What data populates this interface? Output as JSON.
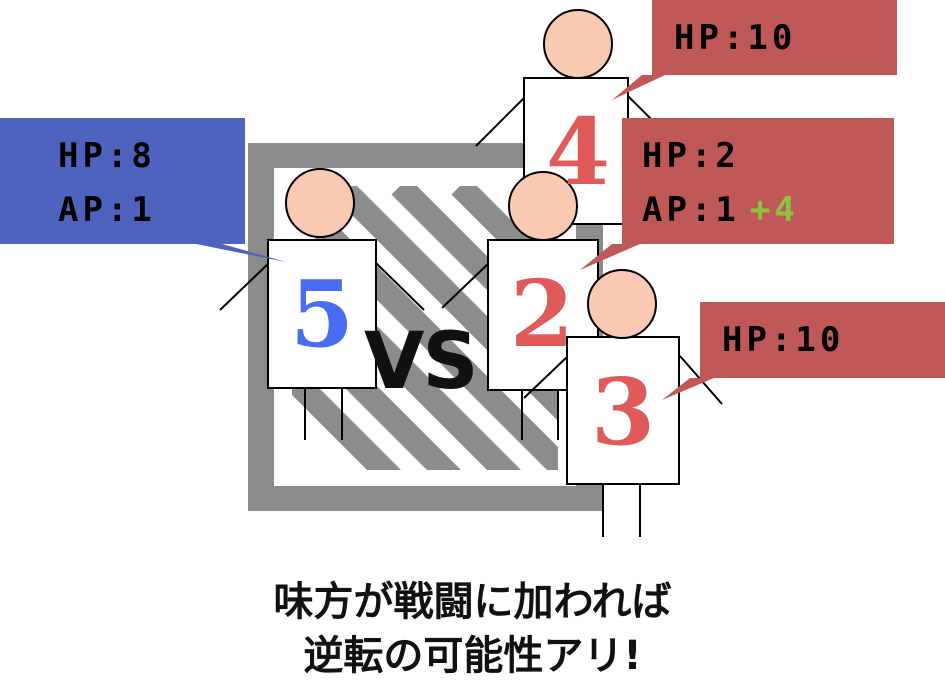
{
  "colors": {
    "ally": "#4d63bf",
    "enemy": "#c05858",
    "number_ally": "#4a6cf0",
    "number_enemy": "#e05a5a",
    "skin": "#f9c9b1",
    "tile_dark": "#8c8c8c",
    "bonus": "#8bc53f"
  },
  "units": [
    {
      "id": "5",
      "side": "ally",
      "number": "5",
      "hp_label": "HP:8",
      "ap_label": "AP:1"
    },
    {
      "id": "4",
      "side": "enemy",
      "number": "4",
      "hp_label": "HP:10"
    },
    {
      "id": "2",
      "side": "enemy",
      "number": "2",
      "hp_label": "HP:2",
      "ap_label": "AP:1",
      "ap_bonus": "+4"
    },
    {
      "id": "3",
      "side": "enemy",
      "number": "3",
      "hp_label": "HP:10"
    }
  ],
  "vs_label": "VS",
  "caption": {
    "line1": "味方が戦闘に加われば",
    "line2": "逆転の可能性アリ!"
  }
}
